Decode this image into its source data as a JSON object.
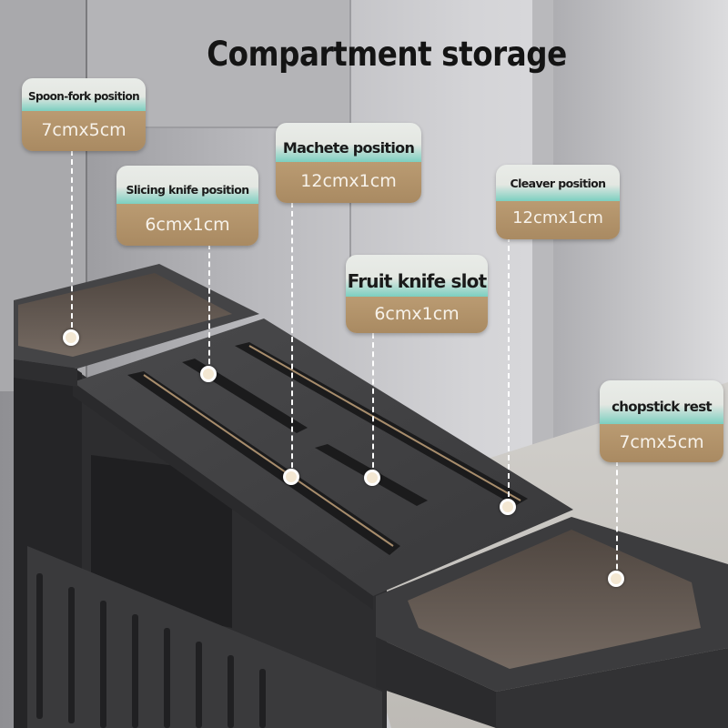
{
  "title": "Compartment storage",
  "labels": {
    "spoon_fork": {
      "name": "Spoon-fork position",
      "size": "7cmx5cm"
    },
    "slicing_knife": {
      "name": "Slicing knife position",
      "size": "6cmx1cm"
    },
    "machete": {
      "name": "Machete position",
      "size": "12cmx1cm"
    },
    "cleaver": {
      "name": "Cleaver position",
      "size": "12cmx1cm"
    },
    "fruit_knife": {
      "name": "Fruit knife slot",
      "size": "6cmx1cm"
    },
    "chopstick_rest": {
      "name": "chopstick rest",
      "size": "7cmx5cm"
    }
  },
  "colors": {
    "label_header": "#e6e9e4",
    "label_accent": "#7ccfc0",
    "label_body": "#b09069",
    "rack": "#3e3e40",
    "wall": "#cfcfd2"
  }
}
